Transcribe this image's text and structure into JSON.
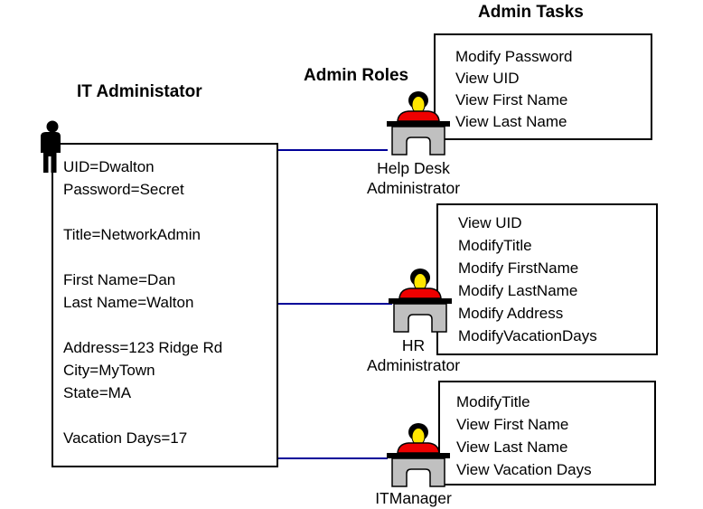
{
  "diagram": {
    "left_title": "IT Administator",
    "roles_title": "Admin Roles",
    "tasks_title": "Admin Tasks"
  },
  "profile": {
    "lines": [
      "UID=Dwalton",
      "Password=Secret",
      "",
      "Title=NetworkAdmin",
      "",
      "First Name=Dan",
      "Last Name=Walton",
      "",
      "Address=123 Ridge Rd",
      "City=MyTown",
      "State=MA",
      "",
      "Vacation Days=17"
    ]
  },
  "roles": [
    {
      "label_line1": "Help Desk",
      "label_line2": "Administrator",
      "tasks": [
        "Modify Password",
        "View UID",
        "View First Name",
        "View Last Name"
      ]
    },
    {
      "label_line1": "HR",
      "label_line2": "Administrator",
      "tasks": [
        "View UID",
        "ModifyTitle",
        "Modify FirstName",
        "Modify LastName",
        "Modify Address",
        "ModifyVacationDays"
      ]
    },
    {
      "label_line1": "ITManager",
      "label_line2": "",
      "tasks": [
        "ModifyTitle",
        "View First Name",
        "View Last Name",
        "View Vacation Days"
      ]
    }
  ],
  "icons": {
    "person": "standing-person-silhouette",
    "role": "person-at-desk"
  },
  "colors": {
    "background": "#ffffff",
    "connector_line": "#000099",
    "box_border": "#000000",
    "text": "#000000",
    "desk_fill": "#c0c0c0",
    "desk_bar": "#000000",
    "shirt_fill": "#ee0000",
    "face_fill": "#ffe600",
    "hair_fill": "#000000"
  }
}
